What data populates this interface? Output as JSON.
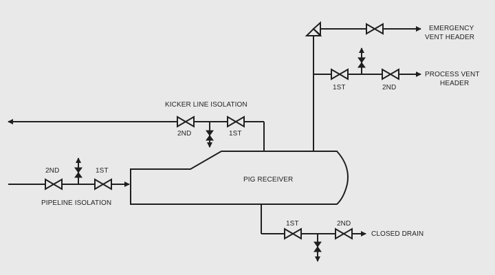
{
  "diagram": {
    "vessel_label": "PIG RECEIVER",
    "pipeline_isolation": "PIPELINE ISOLATION",
    "kicker_line_isolation": "KICKER LINE ISOLATION",
    "closed_drain": "CLOSED DRAIN",
    "emergency_vent_header_l1": "EMERGENCY",
    "emergency_vent_header_l2": "VENT HEADER",
    "process_vent_header_l1": "PROCESS VENT",
    "process_vent_header_l2": "HEADER",
    "valve_2nd": "2ND",
    "valve_1st": "1ST"
  },
  "colors": {
    "background": "#e9e9e9",
    "line": "#1f1f1f"
  }
}
